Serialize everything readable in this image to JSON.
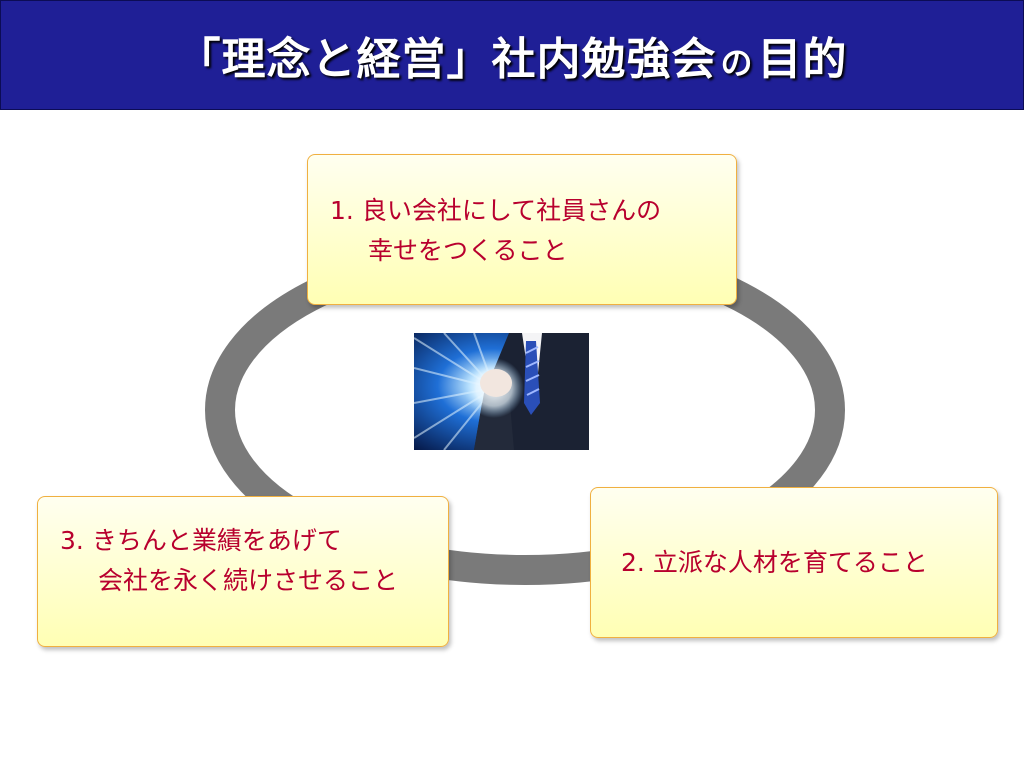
{
  "title": {
    "part1": "「理念と経営」社内勉強会",
    "particle": "の",
    "part2": "目的"
  },
  "items": [
    {
      "number": "1.",
      "line1": "良い会社にして社員さんの",
      "line2": "幸せをつくること"
    },
    {
      "number": "2.",
      "line1": "立派な人材を育てること"
    },
    {
      "number": "3.",
      "line1": "きちんと業績をあげて",
      "line2": "会社を永く続けさせること"
    }
  ],
  "colors": {
    "title_bg": "#1f1f96",
    "box_text": "#b8002e",
    "box_border": "#f0b040",
    "ring": "#7a7a7a"
  },
  "image": {
    "icon": "businessman-fist-light-burst"
  }
}
